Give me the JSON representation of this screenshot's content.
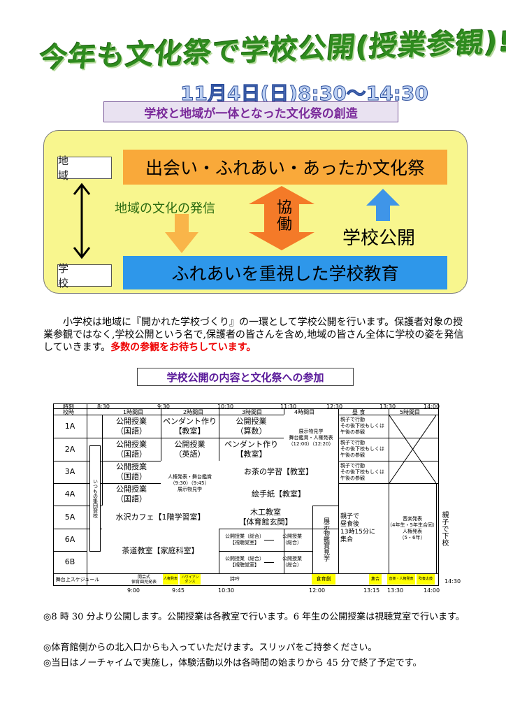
{
  "headline": "今年も文化祭で学校公開(授業参観)!!",
  "date": "11月4日(日)8:30〜14:30",
  "tagline": "学校と地域が一体となった文化祭の創造",
  "diagram": {
    "tag_community": "地 域",
    "tag_school": "学 校",
    "top_bar": "出会い・ふれあい・あったか文化祭",
    "bottom_bar": "ふれあいを重視した学校教育",
    "left_label": "地域の文化の発信",
    "center_label": "協働",
    "right_label": "学校公開"
  },
  "intro": {
    "body": "小学校は地域に『開かれた学校づくり』の一環として学校公開を行います。保護者対象の授業参観ではなく,学校公開という名で,保護者の皆さんを含め,地域の皆さん全体に学校の姿を発信していきます。",
    "emphasis": "多数の参観をお待ちしています。"
  },
  "section_heading": "学校公開の内容と文化祭への参加",
  "schedule": {
    "jikoku": "時刻",
    "kouji": "校時",
    "times": [
      "8:30",
      "9:30",
      "10:30",
      "11:30",
      "12:30",
      "13:30",
      "14:00"
    ],
    "periods": [
      "1時間目",
      "2時間目",
      "3時間目",
      "4時間目",
      "昼 食",
      "5時間目"
    ],
    "classes": [
      "1A",
      "2A",
      "3A",
      "4A",
      "5A",
      "6A",
      "6B"
    ],
    "gathering": "いつもの集団登校",
    "r1": {
      "p1": "公開授業\n（国語）",
      "p2": "ペンダント作り\n【教室】",
      "p3": "公開授業\n（算数）",
      "lunch": "親子で行動\nその後下校もしくは\n午後の参観"
    },
    "r2": {
      "p1": "公開授業\n（国語）",
      "p2": "公開授業\n（英語）",
      "p3": "ペンダント作り\n【教室】",
      "lunch": "親子で行動\nその後下校もしくは\n午後の参観"
    },
    "r12_p4": "展示物見学\n舞台鑑賞・人権発表\n（12:00）（12:20）",
    "r3": {
      "p1": "公開授業\n（国語）",
      "p2": "人権発表・舞台鑑賞\n（9:30）（9:45）\n展示物見学",
      "p34": "お茶の学習【教室】",
      "lunch": "親子で行動\nその後下校もしくは\n午後の参観"
    },
    "r4": {
      "p1": "公開授業\n（国語）",
      "p34": "絵手紙【教室】"
    },
    "r5": {
      "p12": "水沢カフェ【1階学習室】",
      "p3": "木工教室\n【体育館玄関】"
    },
    "r67": {
      "p12": "茶道教室【家庭科室】",
      "p3a": "公開授業（総合）\n【視聴覚室】",
      "p3b": "公開授業\n（総合）"
    },
    "r4_7_p4": "展示物鑑賞見学",
    "r4_7_lunch": "親子で\n昼食後\n13時15分に\n集合",
    "r4_7_p5": "音楽発表\n（4年生・5年生合同）\n人権発表\n（5・6年）",
    "oyako": "親子で下校",
    "stage_label": "舞台上スケジュール",
    "stage": [
      "開会式\n保育園児発表",
      "人権発表",
      "ハワイアン\nダンス",
      "詩吟",
      "食育劇",
      "集合",
      "音楽・人権発表",
      "吹奏太鼓"
    ],
    "bottom_times": [
      "9:00",
      "9:45",
      "10:30",
      "12:00",
      "13:15",
      "13:30",
      "14:00"
    ],
    "end_time": "14:30"
  },
  "notes": [
    "◎8 時 30 分より公開します。公開授業は各教室で行います。6 年生の公開授業は視聴覚室で行います。",
    "◎体育館側からの北入口からも入っていただけます。スリッパをご持参ください。",
    "◎当日はノーチャイムで実施し，体験活動以外は各時間の始まりから 45 分で終了予定です。"
  ],
  "colors": {
    "headline": "#2e8b1e",
    "bar": "#f9a93a",
    "bar_bottom": "#2e97ea",
    "center_arrow": "#f47a28",
    "right_arrow": "#3f95e8",
    "left_arrow": "#f9b549",
    "highlight": "#ffff00"
  }
}
